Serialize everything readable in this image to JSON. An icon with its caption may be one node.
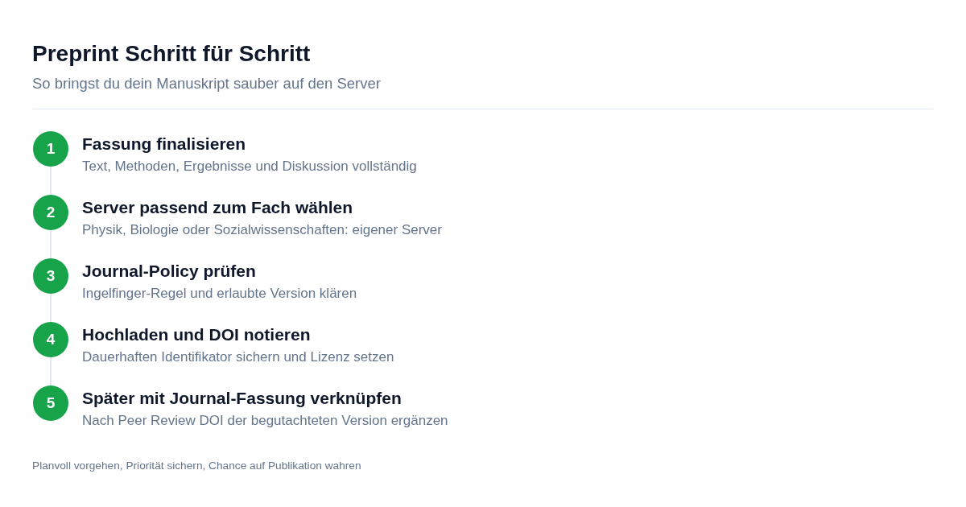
{
  "diagram": {
    "title": "Preprint Schritt für Schritt",
    "nodes": [
      {
        "text": [
          "1"
        ],
        "beside": [
          "Fassung finalisieren",
          "Text, Methoden, Ergebnisse und Diskussion vollständig"
        ]
      },
      {
        "text": [
          "2"
        ],
        "beside": [
          "Server passend zum Fach wählen",
          "Physik, Biologie oder Sozialwissenschaften: eigener Server"
        ]
      },
      {
        "text": [
          "3"
        ],
        "beside": [
          "Journal-Policy prüfen",
          "Ingelfinger-Regel und erlaubte Version klären"
        ]
      },
      {
        "text": [
          "4"
        ],
        "beside": [
          "Hochladen und DOI notieren",
          "Dauerhaften Identifikator sichern und Lizenz setzen"
        ]
      },
      {
        "text": [
          "5"
        ],
        "beside": [
          "Später mit Journal-Fassung verknüpfen",
          "Nach Peer Review DOI der begutachteten Version ergänzen"
        ]
      }
    ],
    "edges": [
      {
        "from": 0,
        "to": 1,
        "arrow": "none"
      },
      {
        "from": 1,
        "to": 2,
        "arrow": "none"
      },
      {
        "from": 2,
        "to": 3,
        "arrow": "none"
      },
      {
        "from": 3,
        "to": 4,
        "arrow": "none"
      }
    ],
    "labels": [
      "So bringst du dein Manuskript sauber auf den Server",
      "Planvoll vorgehen, Priorität sichern, Chance auf Publikation wahren"
    ]
  }
}
